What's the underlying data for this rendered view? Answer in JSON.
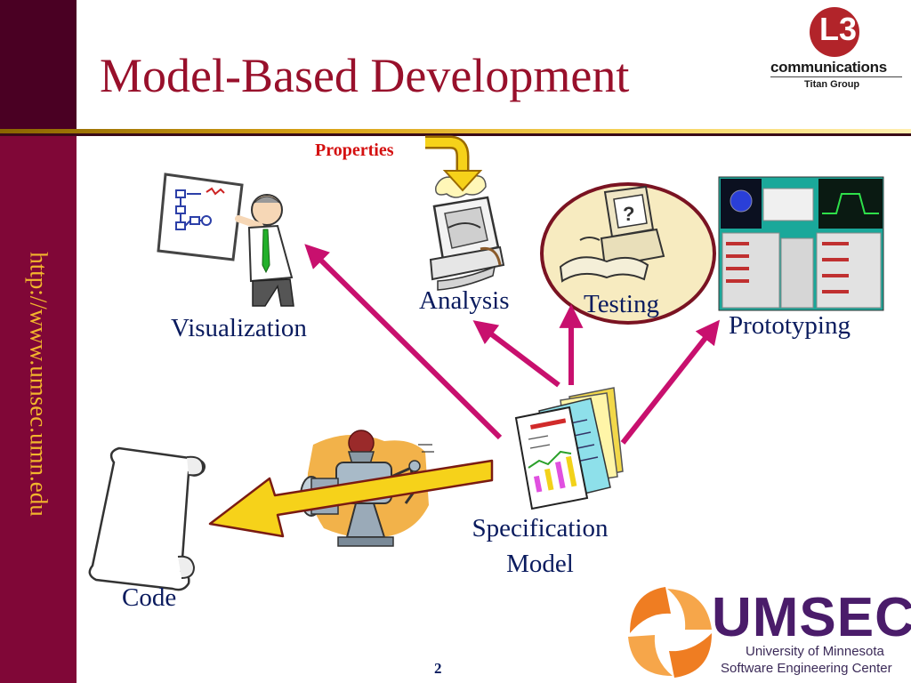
{
  "slide": {
    "title": "Model-Based Development",
    "url": "http://www.umsec.umn.edu",
    "page_number": "2"
  },
  "labels": {
    "properties": "Properties",
    "visualization": "Visualization",
    "analysis": "Analysis",
    "testing": "Testing",
    "prototyping": "Prototyping",
    "code": "Code",
    "specification_line1": "Specification",
    "specification_line2": "Model"
  },
  "logos": {
    "l3_mark": "L3",
    "l3_name": "communications",
    "l3_group": "Titan Group",
    "umsec_name": "UMSEC",
    "umsec_line1": "University of Minnesota",
    "umsec_line2": "Software Engineering Center"
  },
  "colors": {
    "band": "#800737",
    "title": "#98102b",
    "label": "#0a1b5e",
    "arrow": "#c8106e",
    "properties": "#d41010",
    "accent_gold": "#f2b62d"
  },
  "icons": [
    "presenter-clipart-icon",
    "computer-clipart-icon",
    "testing-clipart-icon",
    "prototype-screenshot-icon",
    "documents-chart-icon",
    "meat-grinder-icon",
    "scroll-icon",
    "umsec-swirl-icon",
    "l3-logo-icon"
  ]
}
